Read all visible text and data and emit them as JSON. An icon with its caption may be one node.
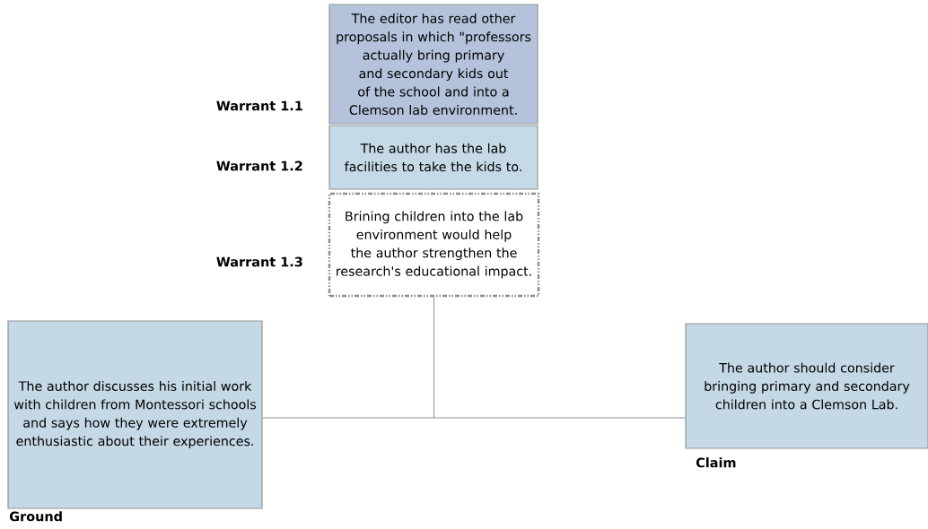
{
  "diagram": {
    "nodes": [
      {
        "text": [
          "The editor has read other proposals in which \"professors actually bring primary and secondary kids out of the school and into a Clemson lab environment."
        ],
        "beside": [
          "Warrant 1.1"
        ]
      },
      {
        "text": [
          "The author has the lab facilities to take the kids to."
        ],
        "beside": [
          "Warrant 1.2"
        ]
      },
      {
        "text": [
          "Brining children into the lab environment would help the author strengthen the research's educational impact."
        ],
        "beside": [
          "Warrant 1.3"
        ]
      },
      {
        "text": [
          "The author discusses his initial work with children from Montessori schools and says how they were extremely enthusiastic about their experiences."
        ],
        "beside": [
          "Ground"
        ]
      },
      {
        "text": [
          "The author should consider bringing primary and secondary children into a Clemson Lab."
        ],
        "beside": [
          "Claim"
        ]
      }
    ],
    "edges": [
      {
        "from": 3,
        "to": 4,
        "arrow": "none"
      },
      {
        "from": 2,
        "to": null,
        "arrow": "none"
      }
    ]
  }
}
